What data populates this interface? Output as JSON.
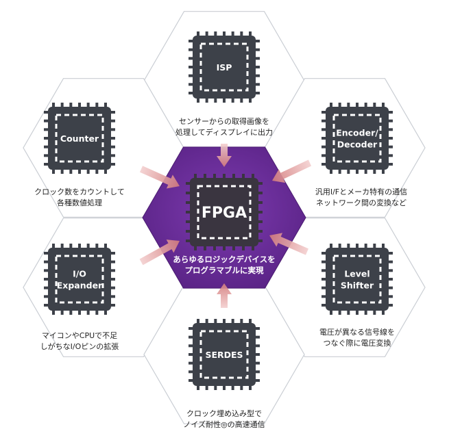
{
  "center": {
    "title": "FPGA",
    "caption_lines": [
      "あらゆるロジックデバイスを",
      "プログラマブルに実現"
    ]
  },
  "blocks": [
    {
      "id": "isp",
      "label_lines": [
        "ISP"
      ],
      "caption_lines": [
        "センサーからの取得画像を",
        "処理してディスプレイに出力"
      ]
    },
    {
      "id": "counter",
      "label_lines": [
        "Counter"
      ],
      "caption_lines": [
        "クロック数をカウントして",
        "各種数値処理"
      ]
    },
    {
      "id": "encoder",
      "label_lines": [
        "Encoder/",
        "Decoder"
      ],
      "caption_lines": [
        "汎用I/Fとメーカ特有の通信",
        "ネットワーク間の変換など"
      ]
    },
    {
      "id": "io",
      "label_lines": [
        "I/O",
        "Expander"
      ],
      "caption_lines": [
        "マイコンやCPUで不足",
        "しがちなI/Oピンの拡張"
      ]
    },
    {
      "id": "level",
      "label_lines": [
        "Level",
        "Shifter"
      ],
      "caption_lines": [
        "電圧が異なる信号線を",
        "つなぐ際に電圧変換"
      ]
    },
    {
      "id": "serdes",
      "label_lines": [
        "SERDES"
      ],
      "caption_lines": [
        "クロック埋め込み型で",
        "ノイズ耐性◎の高速通信"
      ]
    }
  ],
  "colors": {
    "center_fill": "#6a2d9a",
    "chip_fill": "#3d4149",
    "hex_stroke": "#c9cdd3",
    "arrow": "#dd8f8f"
  }
}
